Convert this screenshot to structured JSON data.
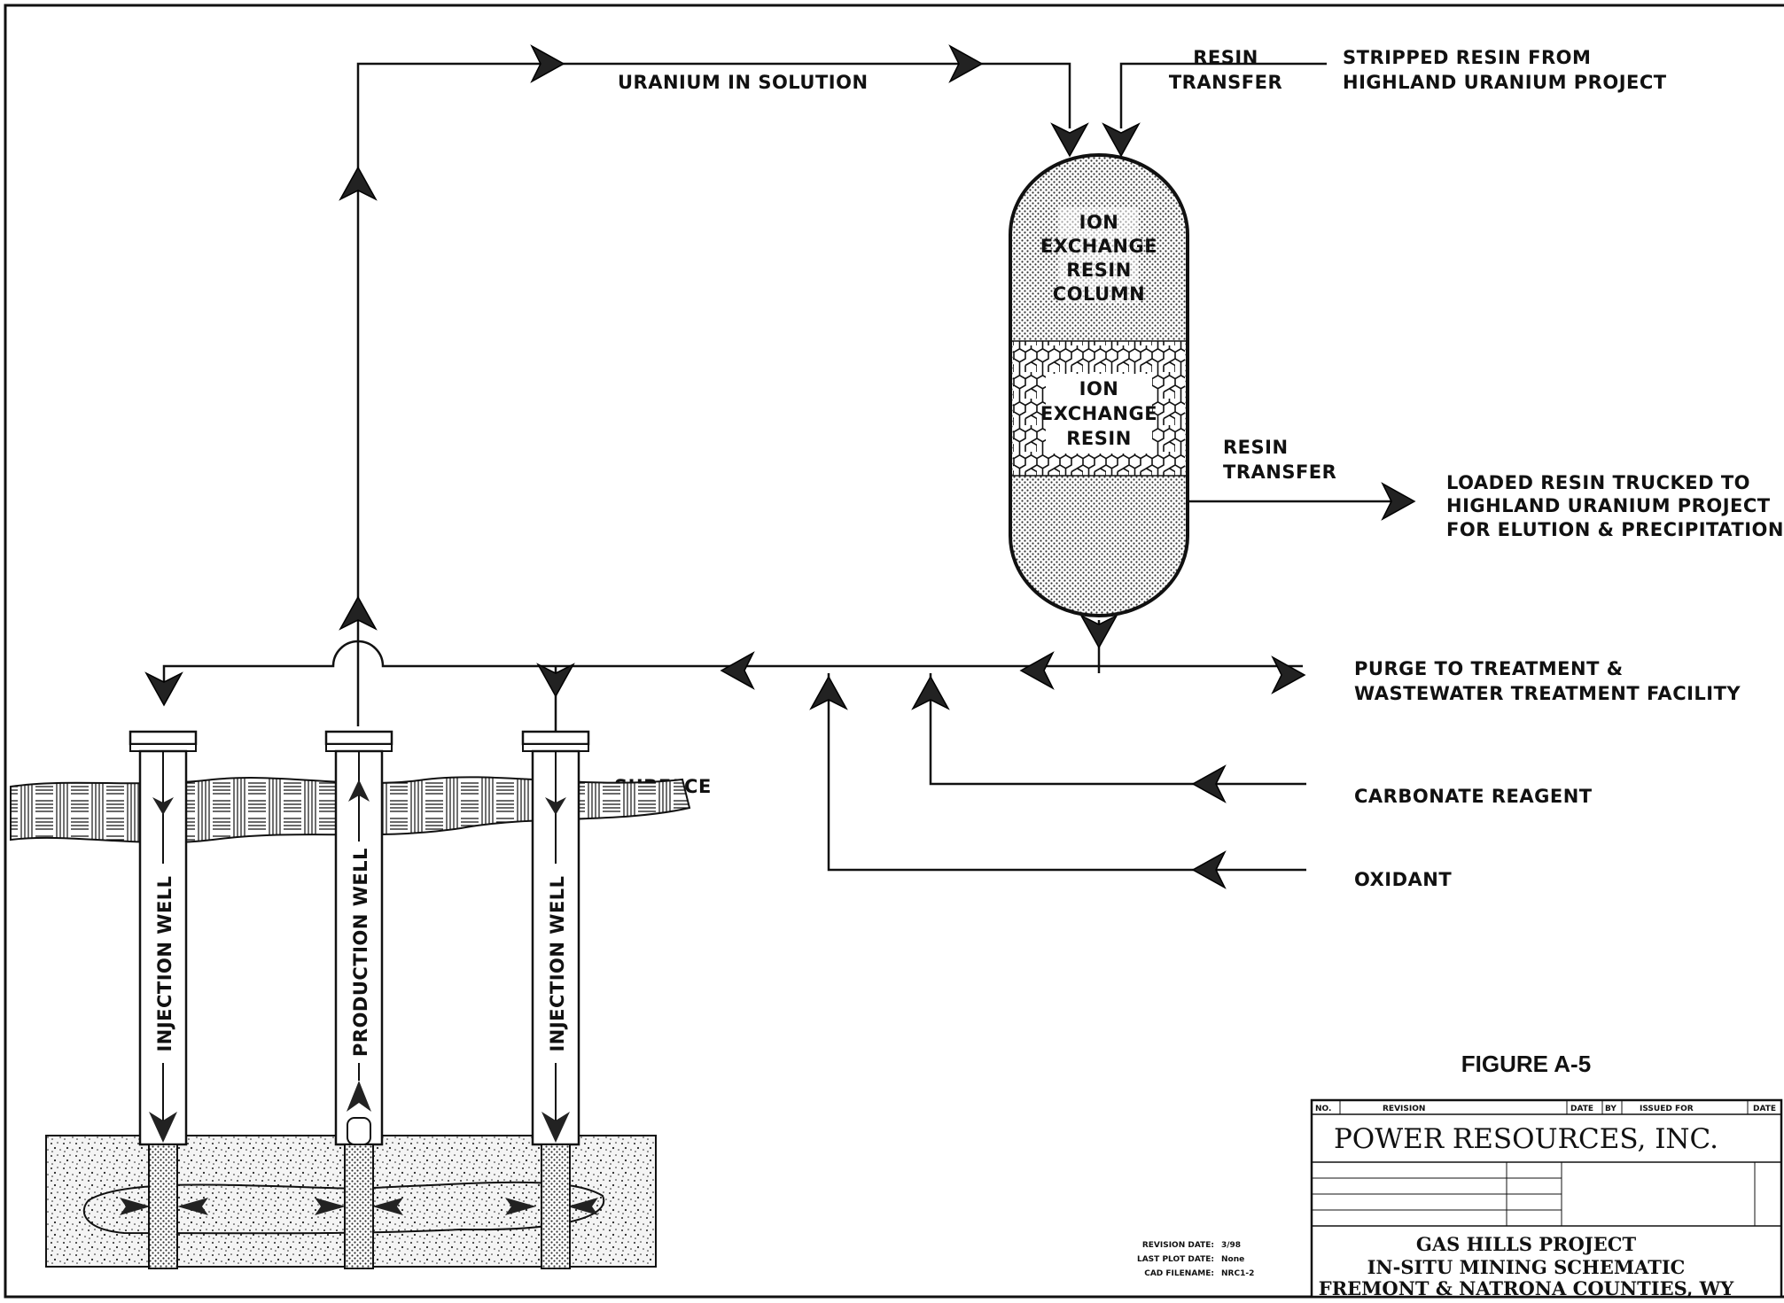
{
  "flow": {
    "uranium_in_solution": "URANIUM IN SOLUTION",
    "resin_transfer_top": [
      "RESIN",
      "TRANSFER"
    ],
    "stripped_resin": [
      "STRIPPED RESIN FROM",
      "HIGHLAND URANIUM PROJECT"
    ],
    "resin_transfer_side": [
      "RESIN",
      "TRANSFER"
    ],
    "loaded_resin": [
      "LOADED RESIN TRUCKED TO",
      "HIGHLAND URANIUM PROJECT",
      "FOR ELUTION & PRECIPITATION"
    ],
    "purge": [
      "PURGE TO TREATMENT &",
      "WASTEWATER TREATMENT FACILITY"
    ],
    "carbonate": "CARBONATE REAGENT",
    "oxidant": "OXIDANT",
    "surface": "SURFACE"
  },
  "column": {
    "top_label": [
      "ION",
      "EXCHANGE",
      "RESIN",
      "COLUMN"
    ],
    "bed_label": [
      "ION",
      "EXCHANGE",
      "RESIN"
    ]
  },
  "wells": {
    "left": "INJECTION WELL",
    "middle": "PRODUCTION WELL",
    "right": "INJECTION WELL"
  },
  "figure_label": "FIGURE A-5",
  "title_block": {
    "header": [
      "NO.",
      "REVISION",
      "DATE",
      "BY",
      "ISSUED FOR",
      "DATE"
    ],
    "company": "POWER RESOURCES, INC.",
    "project": "GAS HILLS PROJECT",
    "title": "IN-SITU MINING SCHEMATIC",
    "location": "FREMONT & NATRONA COUNTIES, WY"
  },
  "plot_info": {
    "revision_date_label": "REVISION DATE:",
    "revision_date": "3/98",
    "last_plot_label": "LAST PLOT DATE:",
    "last_plot": "None",
    "cad_label": "CAD FILENAME:",
    "cad_file": "NRC1-2"
  }
}
